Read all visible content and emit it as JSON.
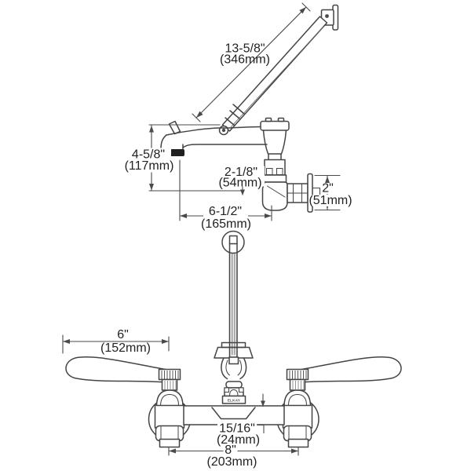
{
  "diagram": {
    "brand_label": "ELKAY",
    "dimensions": {
      "spray_length": {
        "in": "13-5/8\"",
        "mm": "(346mm)"
      },
      "faucet_height": {
        "in": "4-5/8\"",
        "mm": "(117mm)"
      },
      "outlet_offset": {
        "in": "2-1/8\"",
        "mm": "(54mm)"
      },
      "spout_reach": {
        "in": "6-1/2\"",
        "mm": "(165mm)"
      },
      "inlet_height": {
        "in": "2\"",
        "mm": "(51mm)"
      },
      "handle_length": {
        "in": "6\"",
        "mm": "(152mm)"
      },
      "outlet_to_center": {
        "in": "15/16\"",
        "mm": "(24mm)"
      },
      "faucet_centers": {
        "in": "8\"",
        "mm": "(203mm)"
      }
    },
    "colors": {
      "line": "#444444",
      "dim_line": "#4a4a4a",
      "text": "#222222",
      "aerator_fill": "#202020",
      "background": "#ffffff"
    }
  }
}
